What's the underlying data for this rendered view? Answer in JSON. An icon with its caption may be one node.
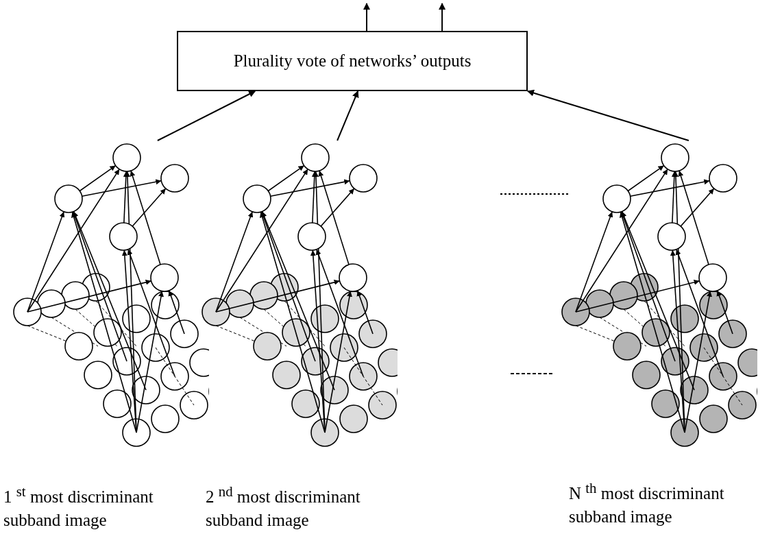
{
  "diagram": {
    "nodes": [
      {
        "text": [
          "Plurality vote of networks’ outputs"
        ]
      },
      {
        "text": [],
        "shape": "picture",
        "beside": [
          "1 $^{st}$ most discriminant subband image"
        ]
      },
      {
        "text": [],
        "shape": "picture",
        "beside": [
          "2 $^{nd}$ most discriminant subband image"
        ]
      },
      {
        "text": [],
        "shape": "picture",
        "beside": [
          "N $^{th}$ most discriminant subband image"
        ]
      }
    ],
    "edges": [
      {
        "from": 0,
        "to": null,
        "arrow": "to"
      },
      {
        "from": 0,
        "to": null,
        "arrow": "to"
      },
      {
        "from": 1,
        "to": 0,
        "arrow": "to"
      },
      {
        "from": 2,
        "to": 0,
        "arrow": "to"
      },
      {
        "from": 3,
        "to": 0,
        "arrow": "to"
      }
    ]
  }
}
